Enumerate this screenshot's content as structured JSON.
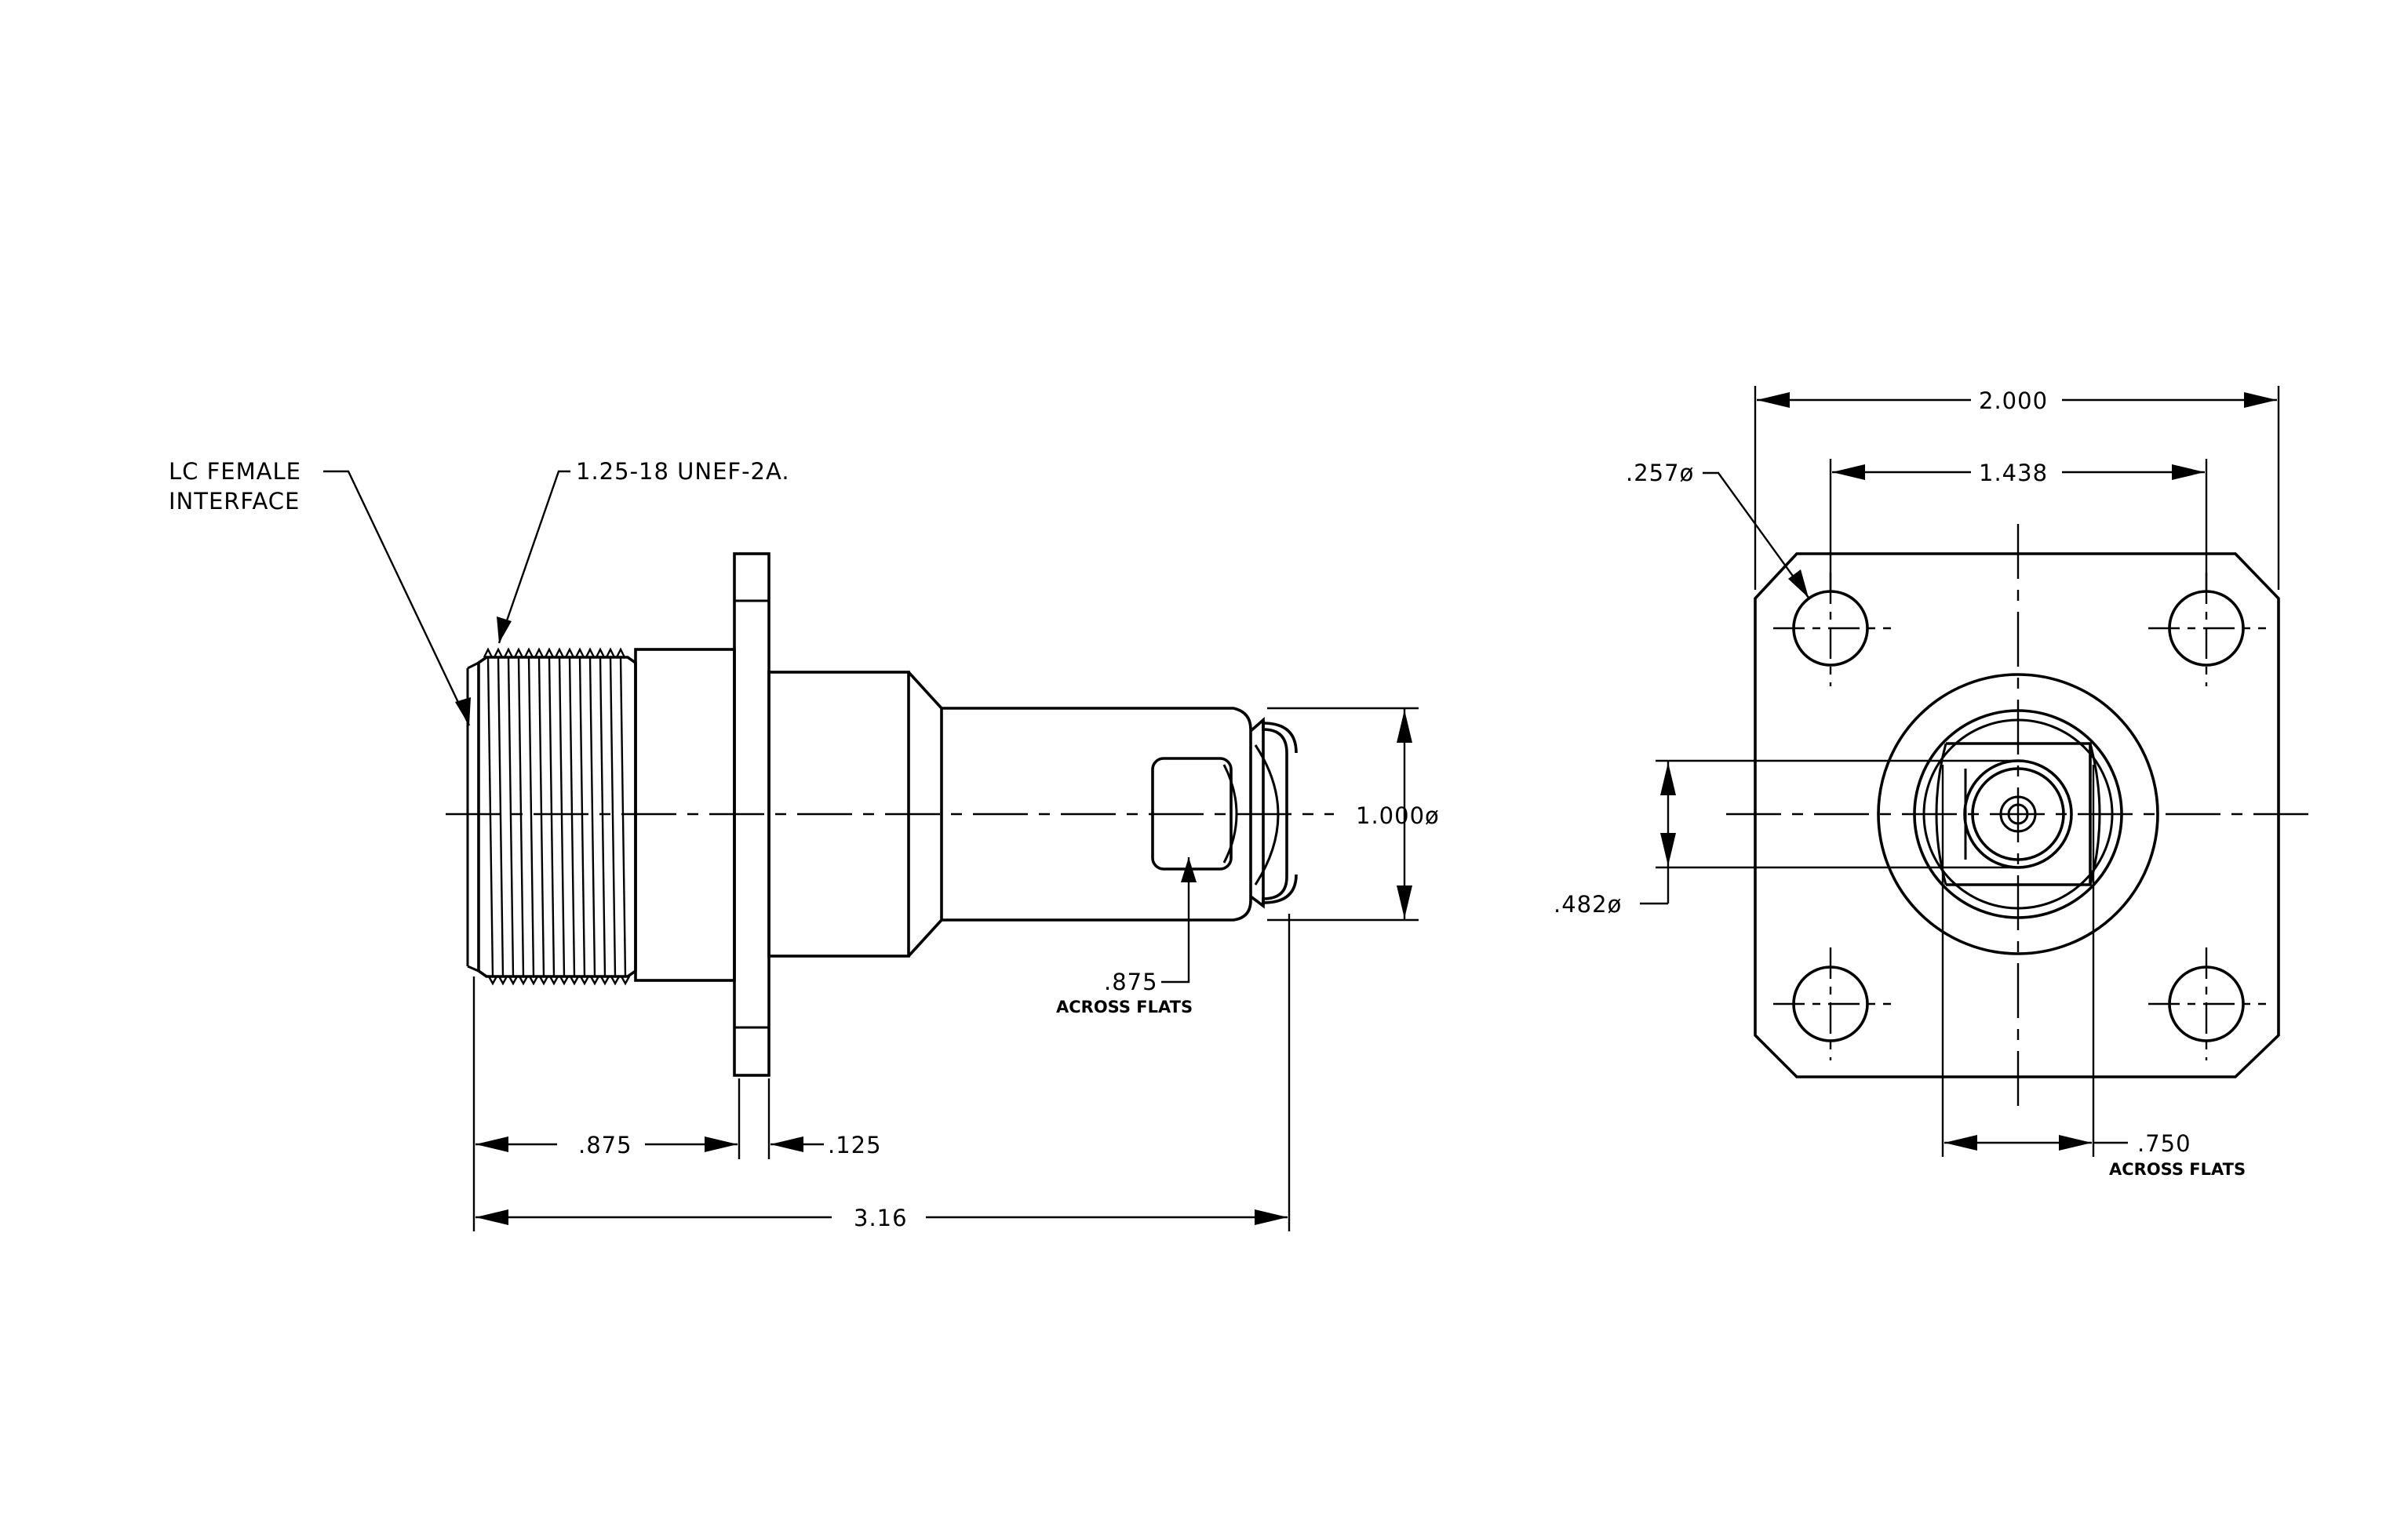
{
  "side_view": {
    "callouts": {
      "interface_line1": "LC FEMALE",
      "interface_line2": "INTERFACE",
      "thread": "1.25-18 UNEF-2A.",
      "hex": ".875",
      "hex_note": "ACROSS FLATS"
    },
    "dimensions": {
      "body_length": ".875",
      "flange_thickness": ".125",
      "overall_length": "3.16",
      "diameter": "1.000ø"
    }
  },
  "front_view": {
    "dimensions": {
      "flange_width": "2.000",
      "hole_spacing": "1.438",
      "hole_diameter": ".257ø",
      "inner_diameter": ".482ø",
      "flats": ".750",
      "flats_note": "ACROSS FLATS"
    }
  }
}
